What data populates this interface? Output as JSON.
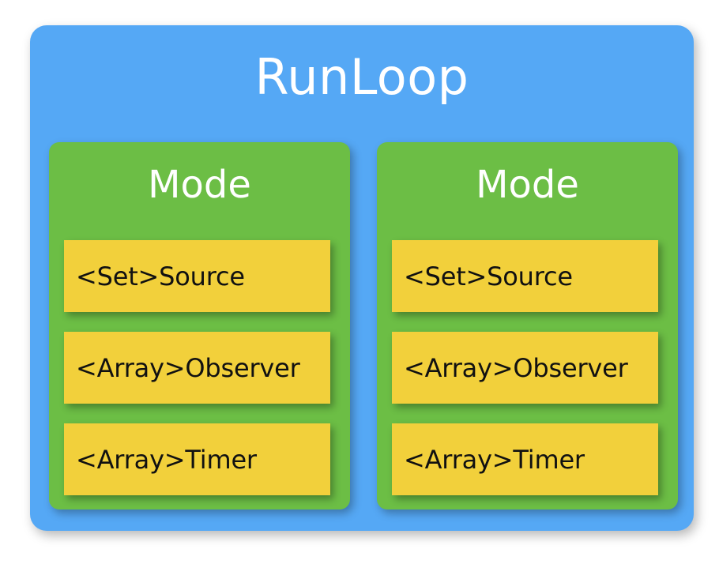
{
  "diagram": {
    "title": "RunLoop",
    "colors": {
      "background": "#ffffff",
      "runloop": "#55a8f5",
      "mode": "#6cbe45",
      "item": "#f2d03b",
      "title_text": "#ffffff",
      "item_text": "#111111"
    },
    "modes": [
      {
        "title": "Mode",
        "items": [
          {
            "label": "<Set>Source"
          },
          {
            "label": "<Array>Observer"
          },
          {
            "label": "<Array>Timer"
          }
        ]
      },
      {
        "title": "Mode",
        "items": [
          {
            "label": "<Set>Source"
          },
          {
            "label": "<Array>Observer"
          },
          {
            "label": "<Array>Timer"
          }
        ]
      }
    ]
  }
}
